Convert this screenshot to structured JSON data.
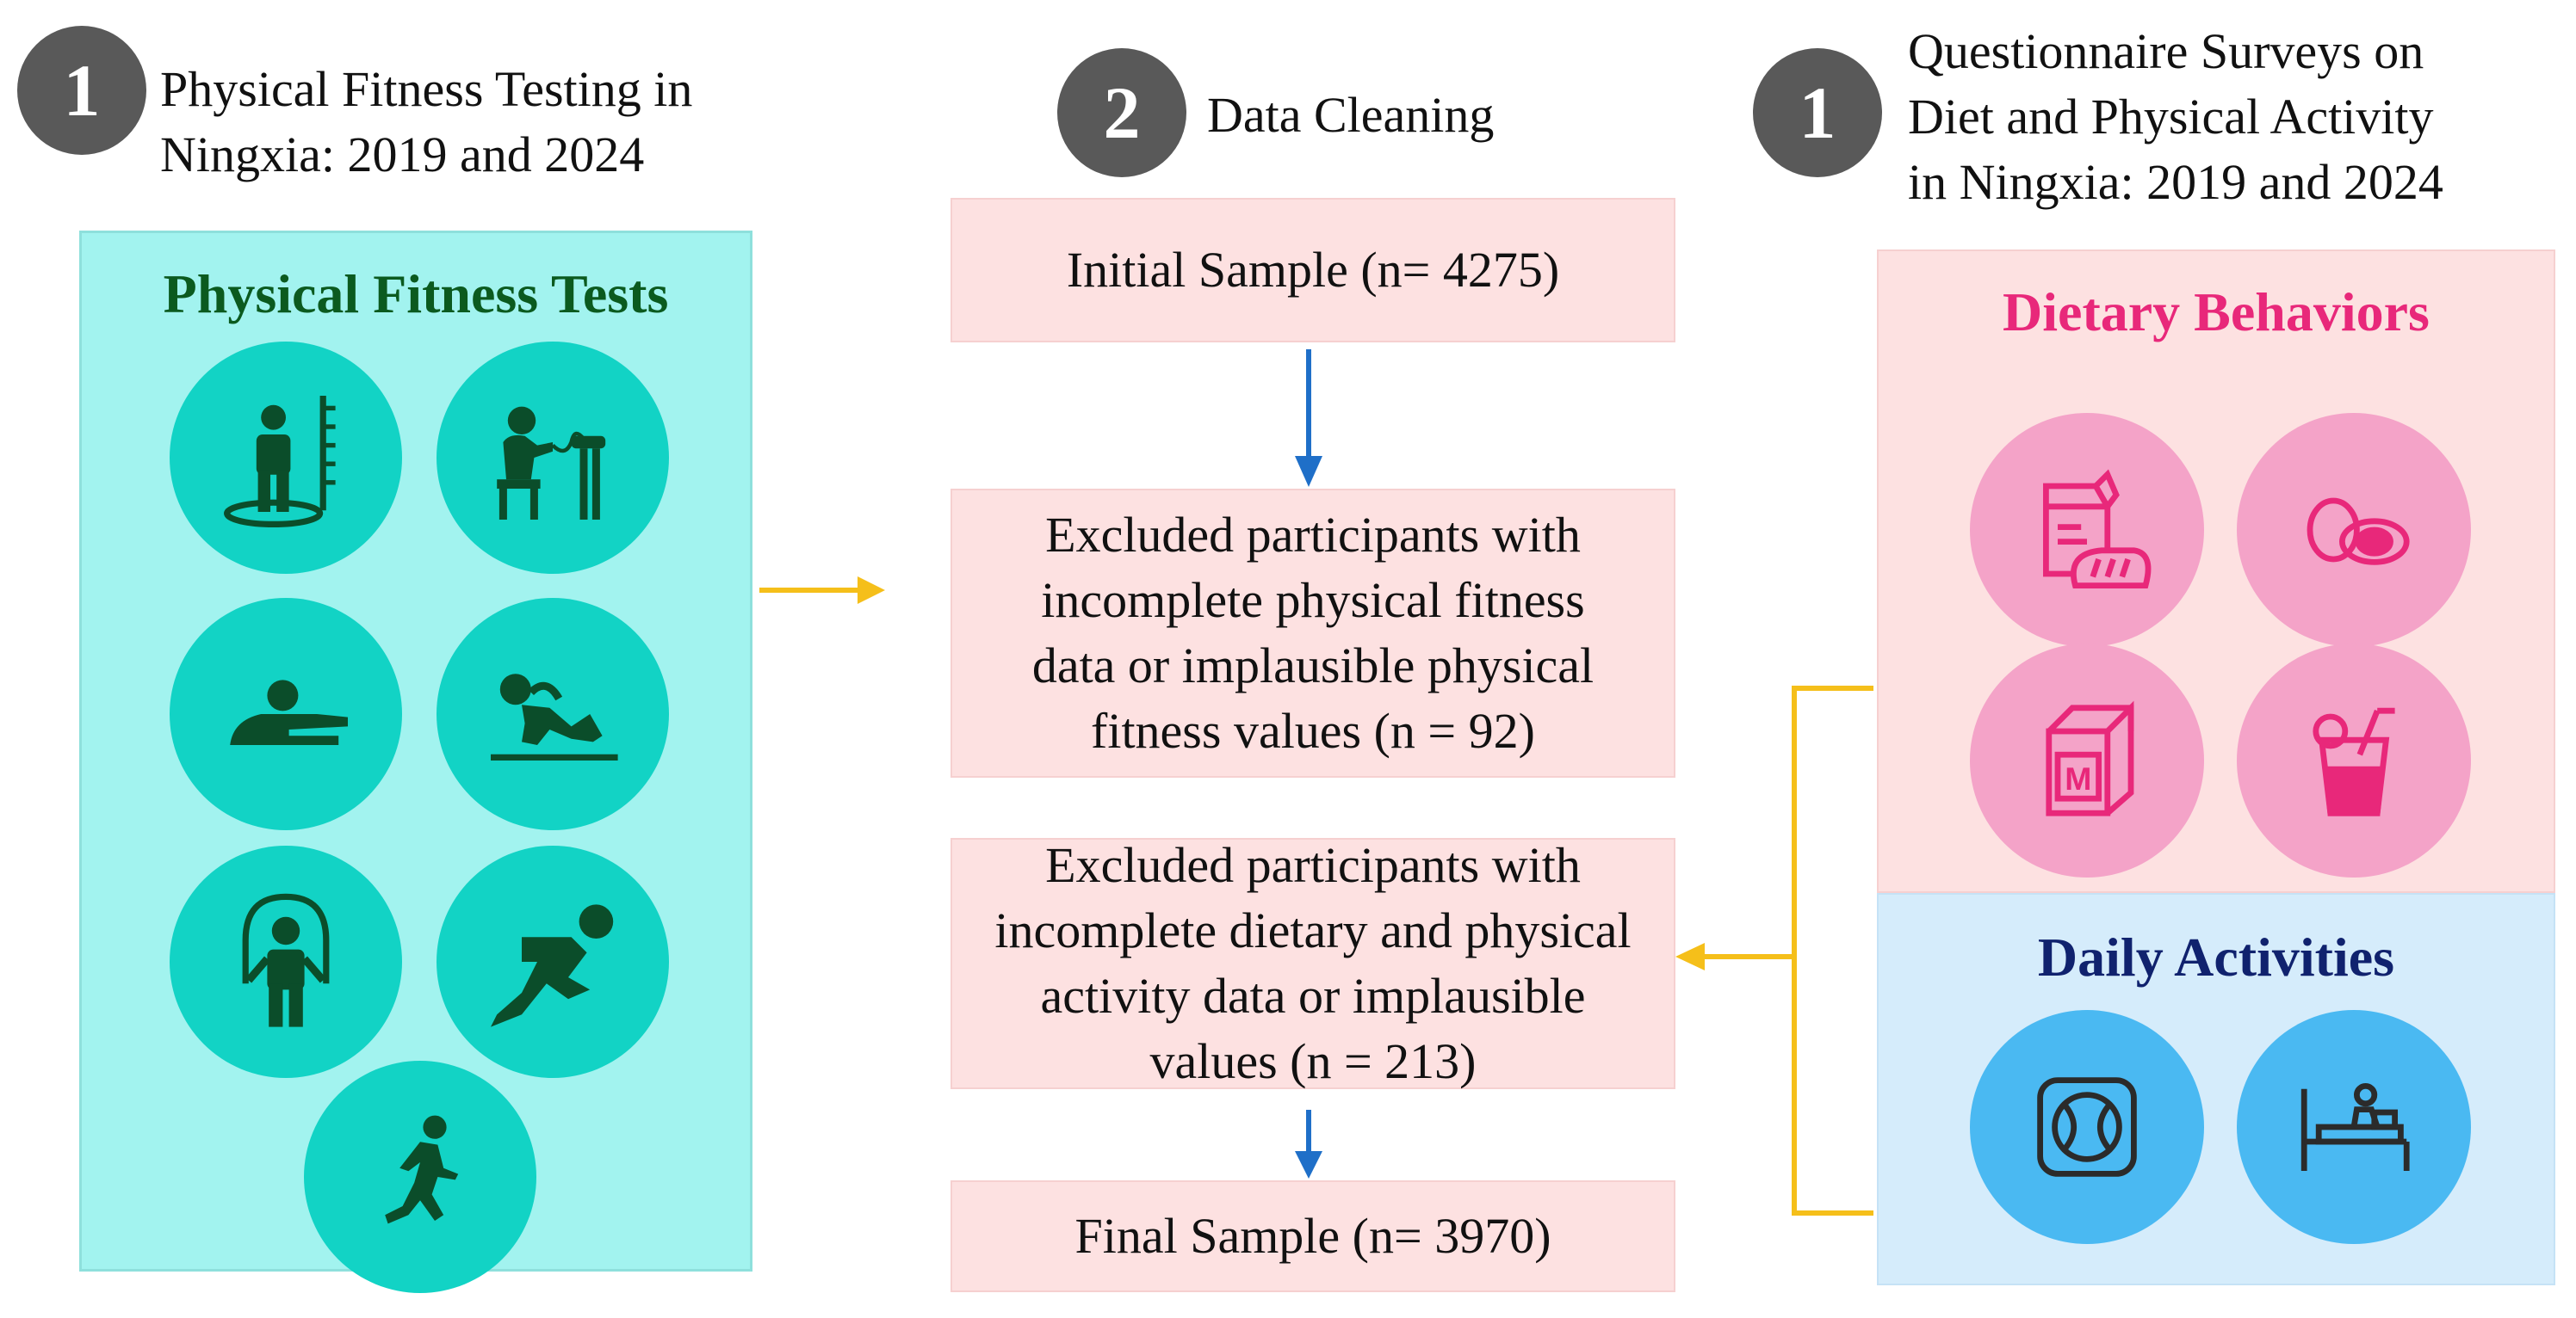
{
  "steps": {
    "fitness_testing": {
      "number": "1",
      "title_line1": "Physical Fitness Testing in",
      "title_line2": "Ningxia: 2019 and 2024"
    },
    "data_cleaning": {
      "number": "2",
      "title": "Data Cleaning"
    },
    "questionnaire": {
      "number": "1",
      "title_line1": "Questionnaire Surveys on",
      "title_line2": "Diet and Physical Activity",
      "title_line3": "in Ningxia: 2019 and 2024"
    }
  },
  "fitness_panel": {
    "title": "Physical Fitness Tests",
    "icons": [
      "height-measure-icon",
      "spirometer-icon",
      "sit-and-reach-icon",
      "sit-up-icon",
      "jump-rope-icon",
      "sprint-icon",
      "running-icon"
    ]
  },
  "cleaning": {
    "initial": "Initial Sample (n= 4275)",
    "excluded_fitness": [
      "Excluded participants with",
      "incomplete physical fitness",
      "data or implausible physical",
      "fitness values (n = 92)"
    ],
    "excluded_dietary": [
      "Excluded participants with",
      "incomplete dietary and physical",
      "activity data or implausible",
      "values (n = 213)"
    ],
    "final": "Final Sample (n= 3970)"
  },
  "dietary_panel": {
    "title": "Dietary Behaviors",
    "icons": [
      "food-package-icon",
      "eggs-icon",
      "milk-carton-icon",
      "drink-icon"
    ]
  },
  "daily_panel": {
    "title": "Daily Activities",
    "icons": [
      "ball-sport-icon",
      "sleep-bed-icon"
    ]
  },
  "colors": {
    "badge": "#595959",
    "teal_panel": "#a2f3ef",
    "teal_circle": "#12d3c5",
    "icon_dark_green": "#0b4d2a",
    "pink_box": "#fde1e1",
    "pink_circle": "#f4a3c8",
    "magenta": "#e8287a",
    "blue_panel": "#d5ecfb",
    "blue_circle": "#4ab9f2",
    "navy": "#10226e",
    "arrow_blue": "#1f6fc8",
    "arrow_yellow": "#f5bf1a"
  }
}
